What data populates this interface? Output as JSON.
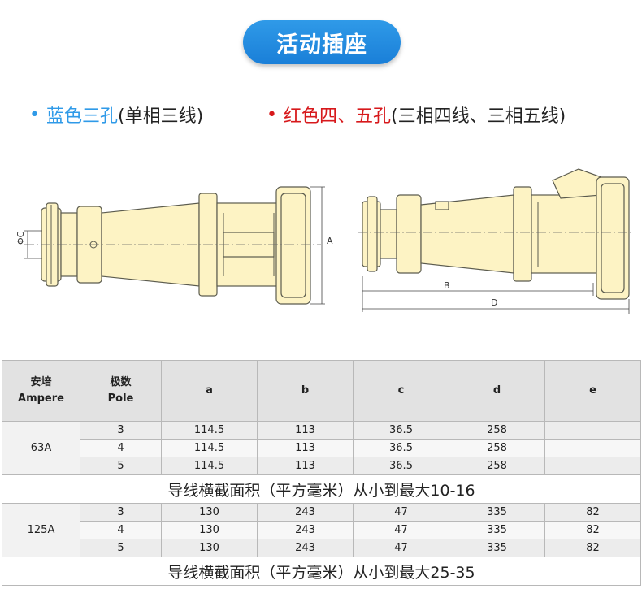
{
  "title": "活动插座",
  "legend": {
    "blue": {
      "color": "#2f9ae8",
      "highlight": "蓝色三孔",
      "rest": "(单相三线)"
    },
    "red": {
      "color": "#d7191c",
      "highlight": "红色四、五孔",
      "rest": "(三相四线、三相五线)"
    }
  },
  "drawing": {
    "label_c": "ΦC",
    "label_a": "A",
    "label_b": "B",
    "label_d": "D"
  },
  "table": {
    "headers": [
      "安培\nAmpere",
      "极数\nPole",
      "a",
      "b",
      "c",
      "d",
      "e"
    ],
    "groups": [
      {
        "ampere": "63A",
        "rows": [
          {
            "pole": "3",
            "a": "114.5",
            "b": "113",
            "c": "36.5",
            "d": "258",
            "e": ""
          },
          {
            "pole": "4",
            "a": "114.5",
            "b": "113",
            "c": "36.5",
            "d": "258",
            "e": ""
          },
          {
            "pole": "5",
            "a": "114.5",
            "b": "113",
            "c": "36.5",
            "d": "258",
            "e": ""
          }
        ],
        "note": "导线横截面积（平方毫米）从小到最大10-16"
      },
      {
        "ampere": "125A",
        "rows": [
          {
            "pole": "3",
            "a": "130",
            "b": "243",
            "c": "47",
            "d": "335",
            "e": "82"
          },
          {
            "pole": "4",
            "a": "130",
            "b": "243",
            "c": "47",
            "d": "335",
            "e": "82"
          },
          {
            "pole": "5",
            "a": "130",
            "b": "243",
            "c": "47",
            "d": "335",
            "e": "82"
          }
        ],
        "note": "导线横截面积（平方毫米）从小到最大25-35"
      }
    ]
  }
}
